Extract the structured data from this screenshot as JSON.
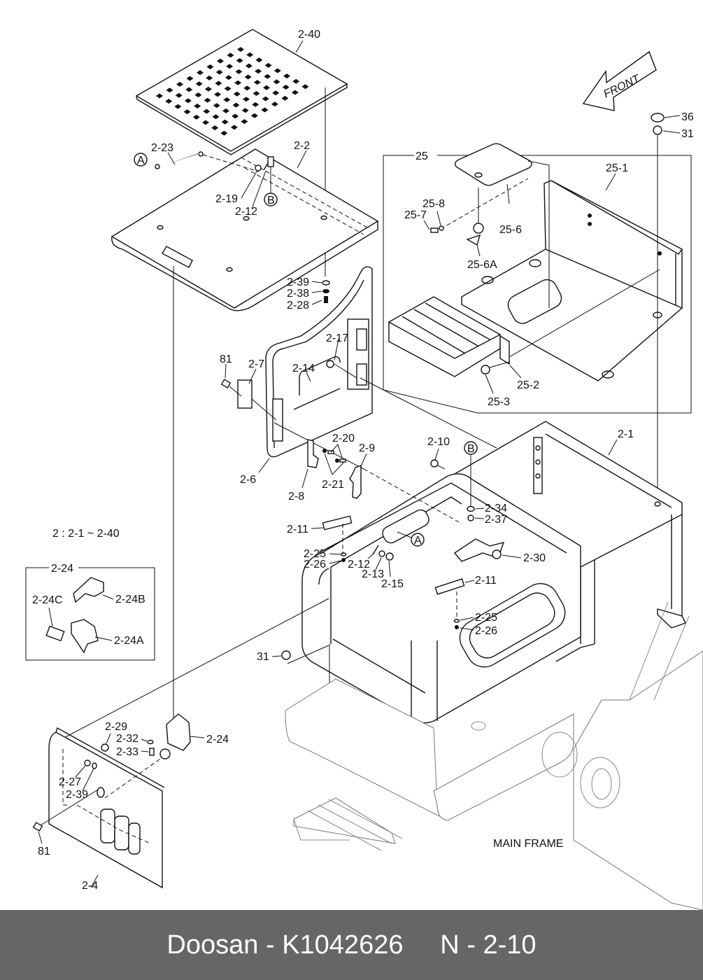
{
  "diagram": {
    "title_arrow": "FRONT",
    "note": "2 : 2-1 ~ 2-40",
    "main_frame_label": "MAIN FRAME",
    "callouts": {
      "c_2_40": "2-40",
      "c_2_23": "2-23",
      "c_2_2": "2-2",
      "c_A1": "A",
      "c_2_19": "2-19",
      "c_2_12a": "2-12",
      "c_B1": "B",
      "c_2_39a": "2-39",
      "c_2_38": "2-38",
      "c_2_28": "2-28",
      "c_2_17": "2-17",
      "c_2_14": "2-14",
      "c_81a": "81",
      "c_2_7": "2-7",
      "c_2_6": "2-6",
      "c_2_20": "2-20",
      "c_2_9": "2-9",
      "c_2_21": "2-21",
      "c_2_8": "2-8",
      "c_2_10": "2-10",
      "c_B2": "B",
      "c_2_1": "2-1",
      "c_2_34": "2-34",
      "c_2_37": "2-37",
      "c_2_11a": "2-11",
      "c_A2": "A",
      "c_2_30": "2-30",
      "c_2_25a": "2-25",
      "c_2_26a": "2-26",
      "c_2_12b": "2-12",
      "c_2_13": "2-13",
      "c_2_15": "2-15",
      "c_2_11b": "2-11",
      "c_2_25b": "2-25",
      "c_2_26b": "2-26",
      "c_31b": "31",
      "c_36": "36",
      "c_31a": "31",
      "c_25": "25",
      "c_25_1": "25-1",
      "c_25_8": "25-8",
      "c_25_7": "25-7",
      "c_25_6": "25-6",
      "c_25_6A": "25-6A",
      "c_25_2": "25-2",
      "c_25_3": "25-3",
      "c_2_24box": "2-24",
      "c_2_24C": "2-24C",
      "c_2_24B": "2-24B",
      "c_2_24A": "2-24A",
      "c_2_29": "2-29",
      "c_2_32": "2-32",
      "c_2_33": "2-33",
      "c_2_24": "2-24",
      "c_2_27": "2-27",
      "c_2_39b": "2-39",
      "c_81b": "81",
      "c_2_4": "2-4"
    }
  },
  "footer": {
    "brand": "Doosan",
    "separator": "-",
    "part_number": "K1042626",
    "page_ref": "N - 2-10"
  }
}
